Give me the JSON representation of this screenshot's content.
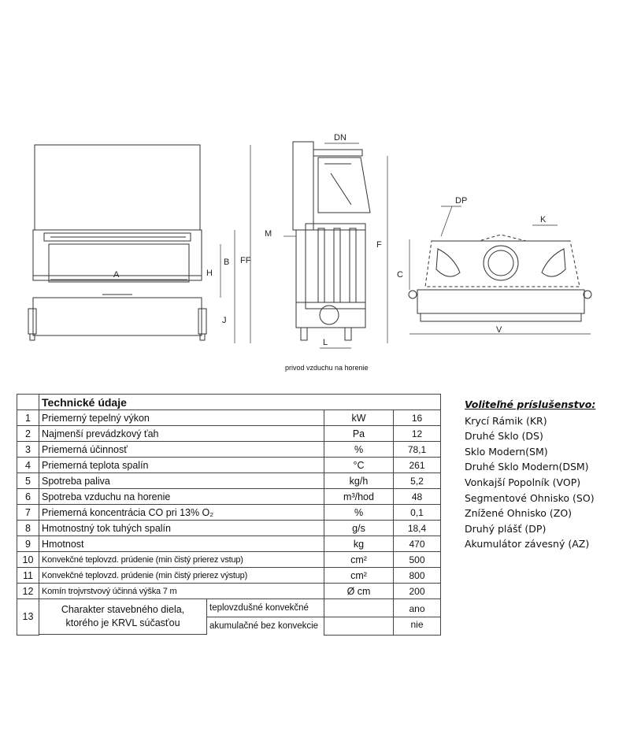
{
  "drawing": {
    "caption": "privod vzduchu na horenie",
    "front_labels": {
      "a": "A",
      "h": "H",
      "b": "B",
      "ff": "FF",
      "j": "J"
    },
    "side_labels": {
      "dn": "DN",
      "m": "M",
      "f": "F",
      "l": "L"
    },
    "top_labels": {
      "dp": "DP",
      "k": "K",
      "c": "C",
      "v": "V"
    }
  },
  "table": {
    "title": "Technické údaje",
    "rows": [
      {
        "num": "1",
        "label": "Priemerný tepelný výkon",
        "unit": "kW",
        "value": "16"
      },
      {
        "num": "2",
        "label": "Najmenší prevádzkový ťah",
        "unit": "Pa",
        "value": "12"
      },
      {
        "num": "3",
        "label": "Priemerná účinnosť",
        "unit": "%",
        "value": "78,1"
      },
      {
        "num": "4",
        "label": "Priemerná teplota spalín",
        "unit": "°C",
        "value": "261"
      },
      {
        "num": "5",
        "label": "Spotreba paliva",
        "unit": "kg/h",
        "value": "5,2"
      },
      {
        "num": "6",
        "label": "Spotreba vzduchu na horenie",
        "unit": "m³/hod",
        "value": "48"
      },
      {
        "num": "7",
        "label": "Priemerná koncentrácia CO pri 13% O₂",
        "unit": "%",
        "value": "0,1"
      },
      {
        "num": "8",
        "label": "Hmotnostný tok tuhých spalín",
        "unit": "g/s",
        "value": "18,4"
      },
      {
        "num": "9",
        "label": "Hmotnost",
        "unit": "kg",
        "value": "470"
      },
      {
        "num": "10",
        "label": "Konvekčné teplovzd. prúdenie (min čistý prierez vstup)",
        "unit": "cm²",
        "value": "500"
      },
      {
        "num": "11",
        "label": "Konvekčné teplovzd. prúdenie (min čistý prierez výstup)",
        "unit": "cm²",
        "value": "800"
      },
      {
        "num": "12",
        "label": "Komín trojvrstvový účinná výška 7 m",
        "unit": "Ø cm",
        "value": "200"
      }
    ],
    "row13": {
      "num": "13",
      "label_line1": "Charakter stavebného diela,",
      "label_line2": "ktorého je KRVL súčasťou",
      "opt1": "teplovzdušné konvekčné",
      "opt2": "akumulačné bez konvekcie",
      "val1": "ano",
      "val2": "nie"
    }
  },
  "accessories": {
    "title": "Voliteľné príslušenstvo:",
    "items": [
      "Krycí Rámik (KR)",
      "Druhé Sklo (DS)",
      "Sklo Modern(SM)",
      "Druhé Sklo Modern(DSM)",
      "Vonkajší Popolník (VOP)",
      "Segmentové Ohnisko (SO)",
      "Znížené Ohnisko (ZO)",
      "Druhý plášť  (DP)",
      "Akumulátor závesný (AZ)"
    ]
  }
}
